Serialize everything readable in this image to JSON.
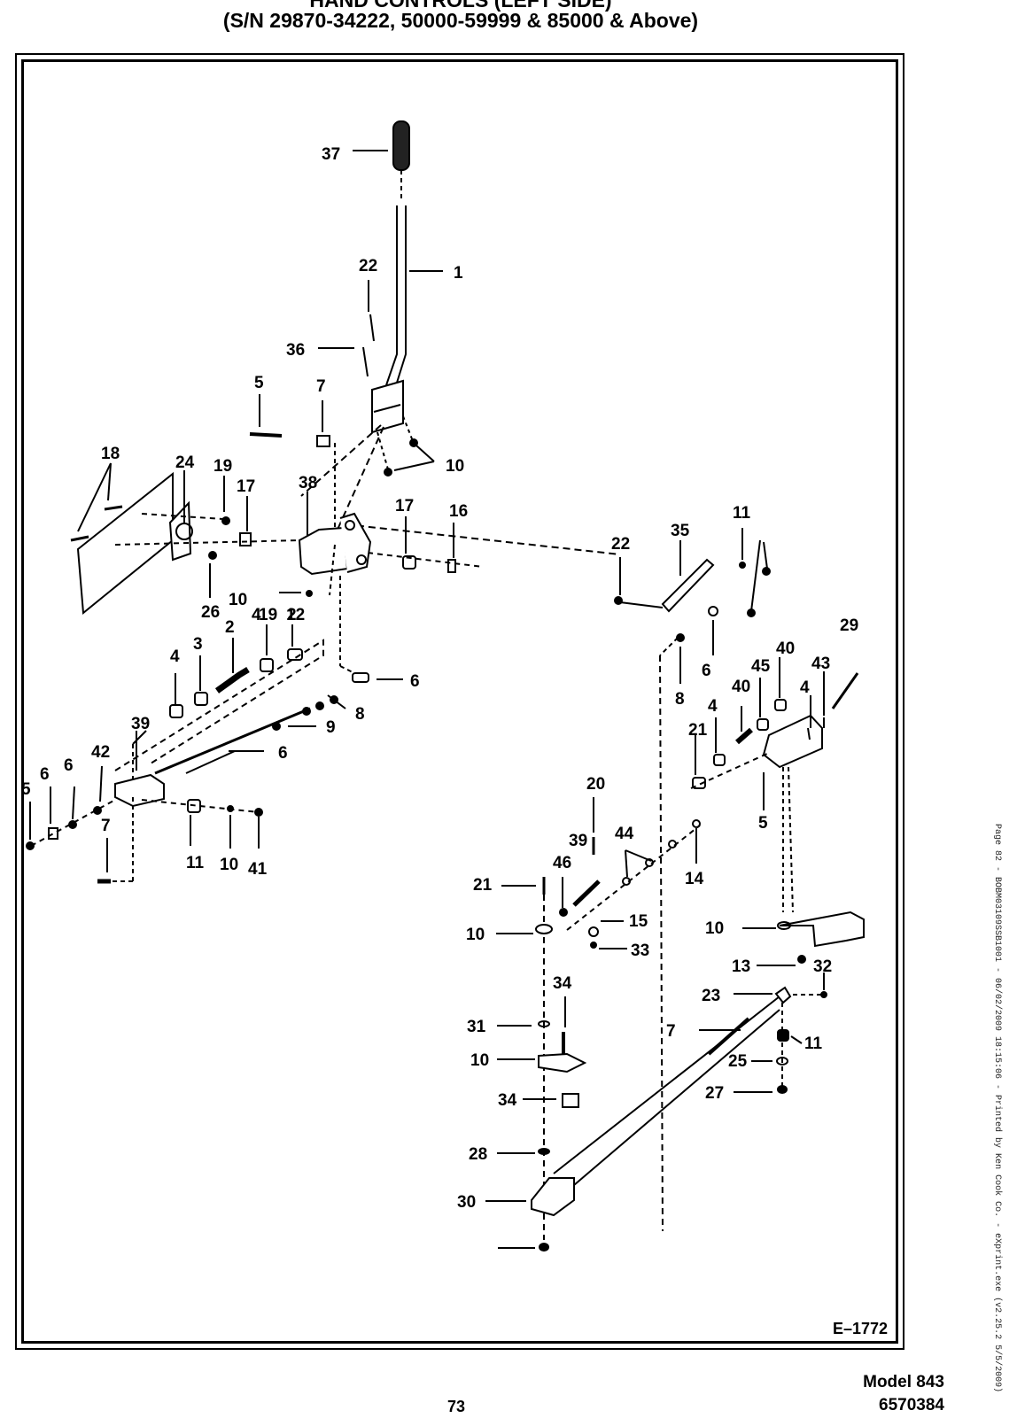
{
  "header": {
    "title": "HAND CONTROLS (LEFT SIDE)",
    "subtitle": "(S/N 29870-34222, 50000-59999 & 85000 & Above)"
  },
  "diagram": {
    "reference": "E–1772",
    "callouts": [
      "37",
      "1",
      "22",
      "36",
      "5",
      "7",
      "10",
      "18",
      "24",
      "19",
      "17",
      "38",
      "17",
      "16",
      "22",
      "35",
      "11",
      "10",
      "26",
      "19",
      "2",
      "4",
      "3",
      "2",
      "4",
      "12",
      "6",
      "8",
      "39",
      "9",
      "6",
      "42",
      "6",
      "6",
      "5",
      "7",
      "11",
      "10",
      "41",
      "29",
      "43",
      "4",
      "40",
      "45",
      "40",
      "4",
      "21",
      "6",
      "8",
      "5",
      "20",
      "39",
      "44",
      "46",
      "14",
      "21",
      "15",
      "10",
      "33",
      "10",
      "13",
      "32",
      "23",
      "34",
      "31",
      "7",
      "11",
      "25",
      "10",
      "27",
      "34",
      "28",
      "30"
    ]
  },
  "footer": {
    "page_number": "73",
    "model": "Model 843",
    "part_number": "6570384"
  },
  "side_note": "Page 82 - BOBM03109SSB1001 - 06/02/2009 18:15:06 - Printed by Ken Cook Co. - eXprint.exe (v2.25.2 5/5/2009)"
}
